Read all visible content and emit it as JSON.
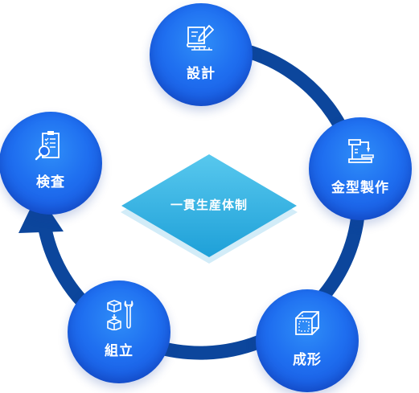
{
  "center": {
    "label": "一貫生産体制"
  },
  "colors": {
    "ring": "#0c469c",
    "node": "#1f6ff0",
    "diamond": "#2fb3e3"
  },
  "nodes": [
    {
      "label": "設計",
      "icon": "blueprint-pencil-icon"
    },
    {
      "label": "金型製作",
      "icon": "milling-machine-icon"
    },
    {
      "label": "成形",
      "icon": "cube-mold-icon"
    },
    {
      "label": "組立",
      "icon": "parts-wrench-icon"
    },
    {
      "label": "検査",
      "icon": "clipboard-magnifier-icon"
    }
  ]
}
